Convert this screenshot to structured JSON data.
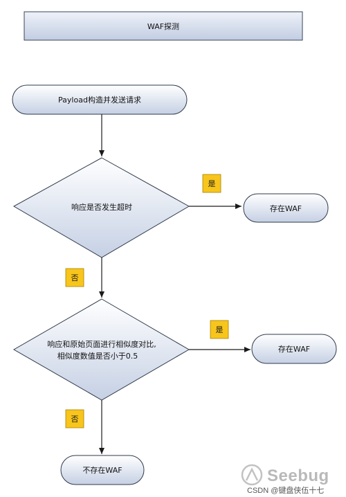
{
  "title_box": {
    "label": "WAF探测"
  },
  "nodes": {
    "payload": {
      "label": "Payload构造并发送请求"
    },
    "timeout_check": {
      "label": "响应是否发生超时"
    },
    "waf_present_1": {
      "label": "存在WAF"
    },
    "similarity_check": {
      "line1": "响应和原始页面进行相似度对比,",
      "line2": "相似度数值是否小于0.5"
    },
    "waf_present_2": {
      "label": "存在WAF"
    },
    "waf_absent": {
      "label": "不存在WAF"
    }
  },
  "edge_labels": {
    "yes_1": "是",
    "no_1": "否",
    "yes_2": "是",
    "no_2": "否"
  },
  "watermark": {
    "logo_text": "Seebug",
    "credit": "CSDN @键盘侠伍十七"
  },
  "colors": {
    "node_fill_top": "#ffffff",
    "node_fill_bottom": "#c9d3e6",
    "node_stroke": "#2f3a4a",
    "tag_fill": "#f7c51c",
    "tag_stroke": "#a88300",
    "arrow": "#1a1a1a"
  }
}
